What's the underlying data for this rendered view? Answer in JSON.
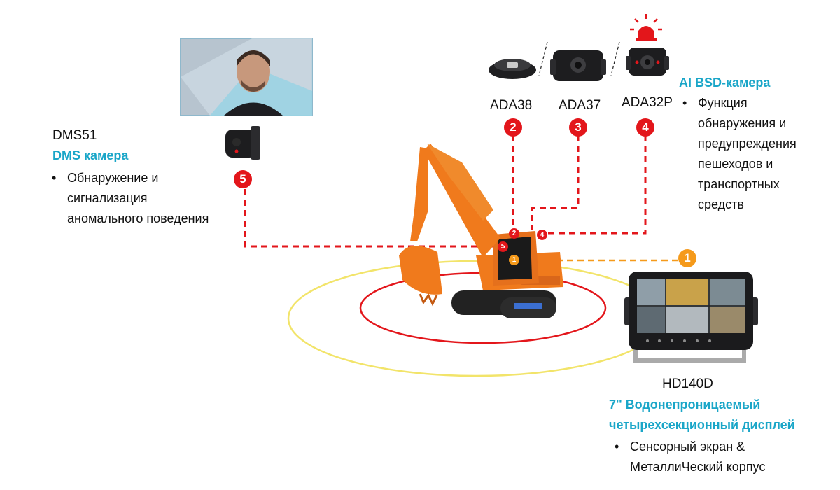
{
  "monitor": {
    "model": "HD140D",
    "title_line1": "7'' Водонепроницаемый",
    "title_line2": "четырехсекционный дисплей",
    "features": [
      "Сенсорный экран &",
      "МеталлиЧеский корпус"
    ],
    "badge": "1"
  },
  "dms": {
    "model": "DMS51",
    "title": "DMS камера",
    "features": [
      "Обнаружение и",
      "сигнализация",
      "аномального поведения"
    ],
    "badge": "5"
  },
  "ada38": {
    "model": "ADA38",
    "badge": "2"
  },
  "ada37": {
    "model": "ADA37",
    "badge": "3"
  },
  "ada32p": {
    "model": "ADA32P",
    "title": "AI BSD-камера",
    "features": [
      "Функция",
      "обнаружения и",
      "предупреждения",
      "пешеходов и",
      "транспортных",
      "средств"
    ],
    "badge": "4"
  },
  "colors": {
    "red": "#e3161b",
    "orange": "#f59a1b",
    "teal": "#1aa6c8",
    "yellow_ring": "#f2e46a"
  }
}
